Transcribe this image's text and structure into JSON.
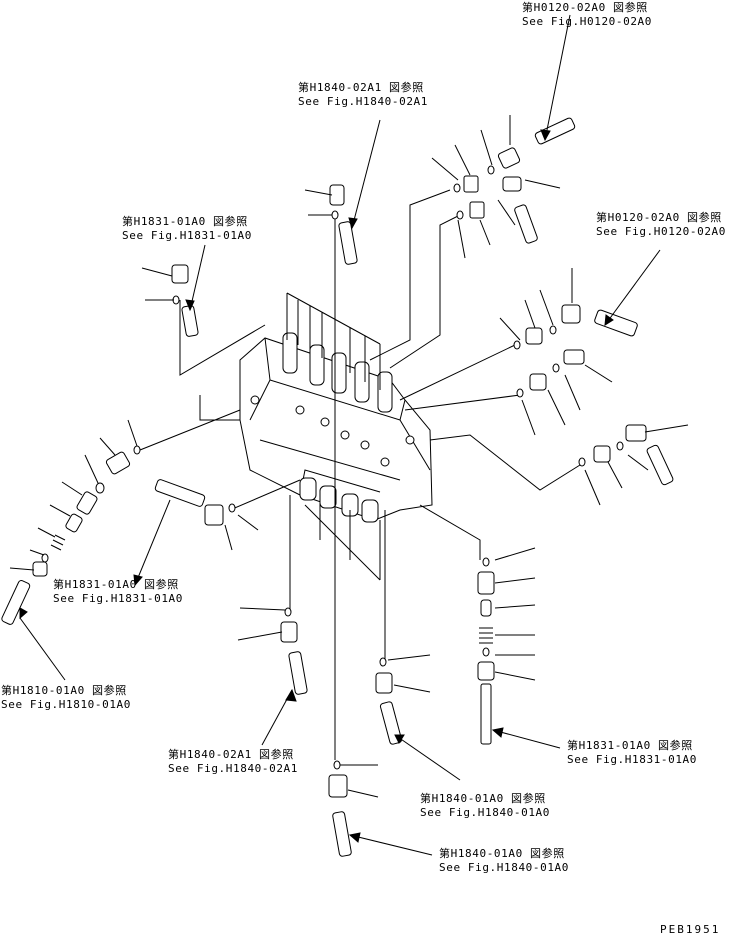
{
  "refs": [
    {
      "id": "r1",
      "jp": "第H0120-02A0 図参照",
      "en": "See Fig.H0120-02A0"
    },
    {
      "id": "r2",
      "jp": "第H1840-02A1 図参照",
      "en": "See Fig.H1840-02A1"
    },
    {
      "id": "r3",
      "jp": "第H1831-01A0 図参照",
      "en": "See Fig.H1831-01A0"
    },
    {
      "id": "r4",
      "jp": "第H0120-02A0 図参照",
      "en": "See Fig.H0120-02A0"
    },
    {
      "id": "r5",
      "jp": "第H1831-01A0 図参照",
      "en": "See Fig.H1831-01A0"
    },
    {
      "id": "r6",
      "jp": "第H1810-01A0 図参照",
      "en": "See Fig.H1810-01A0"
    },
    {
      "id": "r7",
      "jp": "第H1840-02A1 図参照",
      "en": "See Fig.H1840-02A1"
    },
    {
      "id": "r8",
      "jp": "第H1840-01A0 図参照",
      "en": "See Fig.H1840-01A0"
    },
    {
      "id": "r9",
      "jp": "第H1831-01A0 図参照",
      "en": "See Fig.H1831-01A0"
    },
    {
      "id": "r10",
      "jp": "第H1840-01A0 図参照",
      "en": "See Fig.H1840-01A0"
    }
  ],
  "drawing_code": "PEB1951"
}
